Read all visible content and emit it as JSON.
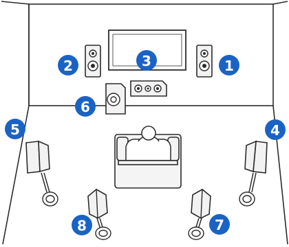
{
  "badges": [
    {
      "id": "1",
      "label": "1"
    },
    {
      "id": "2",
      "label": "2"
    },
    {
      "id": "3",
      "label": "3"
    },
    {
      "id": "4",
      "label": "4"
    },
    {
      "id": "5",
      "label": "5"
    },
    {
      "id": "6",
      "label": "6"
    },
    {
      "id": "7",
      "label": "7"
    },
    {
      "id": "8",
      "label": "8"
    }
  ],
  "colors": {
    "badge": "#1a63c4",
    "line": "#2b2b2b"
  }
}
